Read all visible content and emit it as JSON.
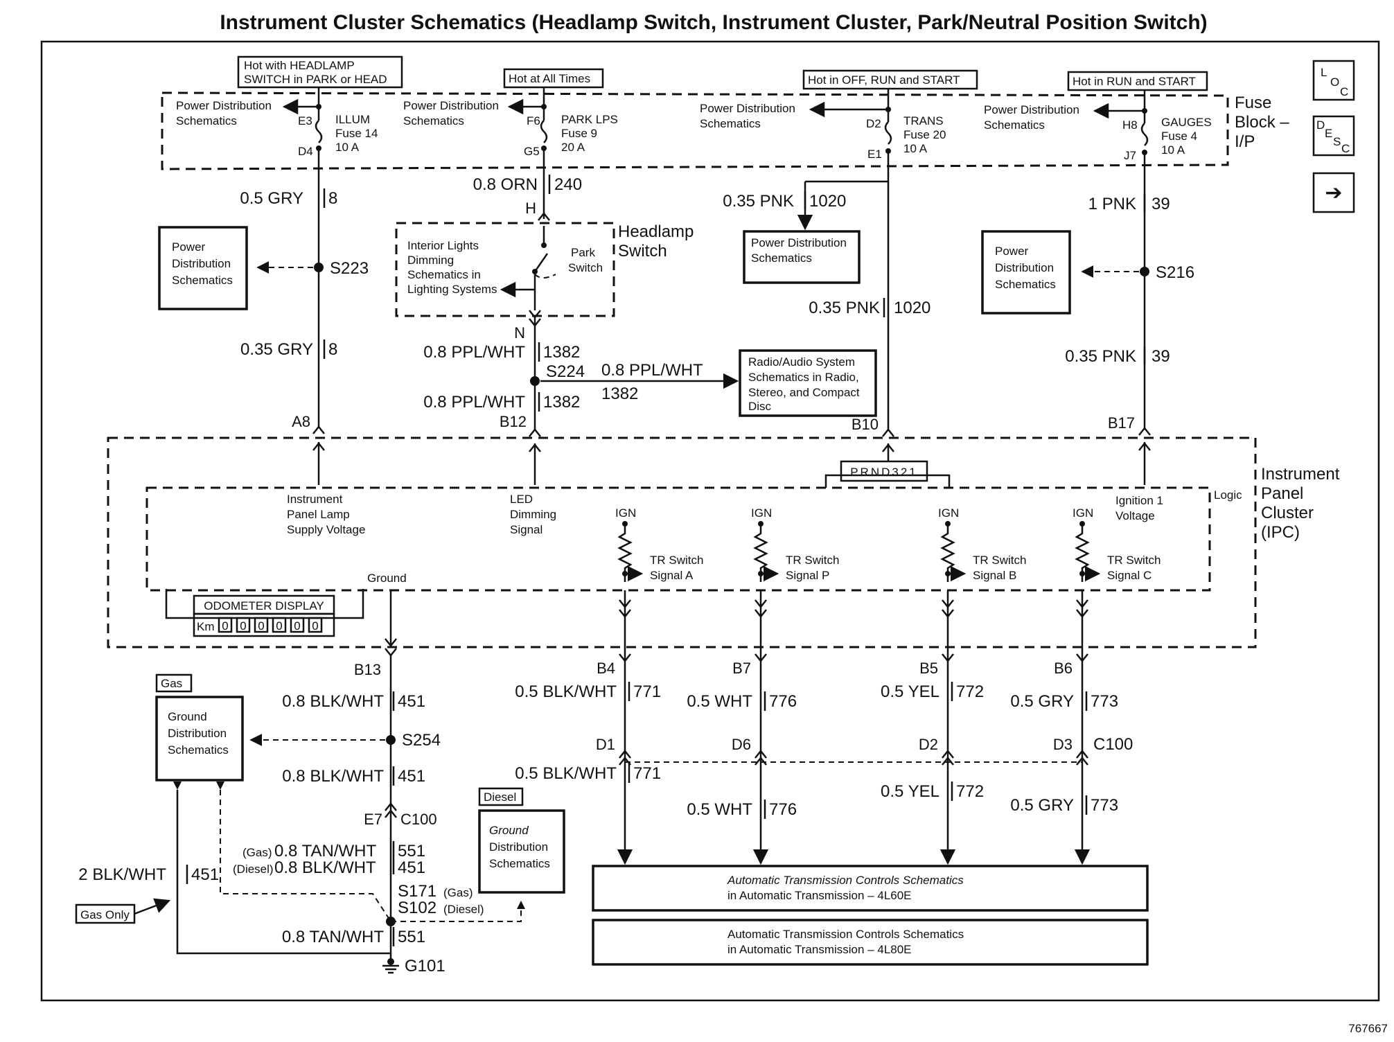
{
  "title": "Instrument Cluster Schematics (Headlamp Switch, Instrument Cluster, Park/Neutral Position Switch)",
  "figure_id": "767667",
  "nav": {
    "loc": [
      "L",
      "O",
      "C"
    ],
    "desc": [
      "D",
      "E",
      "S",
      "C"
    ],
    "next": "➔"
  },
  "hot_labels": [
    "Hot with HEADLAMP",
    "SWITCH in PARK or HEAD",
    "Hot at All Times",
    "Hot in OFF, RUN and START",
    "Hot in RUN and START"
  ],
  "fuse_block": {
    "label": [
      "Fuse",
      "Block –",
      "I/P"
    ],
    "pds": [
      "Power Distribution",
      "Schematics"
    ],
    "fuses": [
      {
        "name": "ILLUM",
        "fuse": "Fuse 14",
        "amps": "10 A",
        "in": "E3",
        "out": "D4"
      },
      {
        "name": "PARK LPS",
        "fuse": "Fuse 9",
        "amps": "20 A",
        "in": "F6",
        "out": "G5"
      },
      {
        "name": "TRANS",
        "fuse": "Fuse 20",
        "amps": "10 A",
        "in": "D2",
        "out": "E1"
      },
      {
        "name": "GAUGES",
        "fuse": "Fuse 4",
        "amps": "10 A",
        "in": "H8",
        "out": "J7"
      }
    ]
  },
  "wires": {
    "gry8a": [
      "0.5 GRY",
      "8"
    ],
    "gry8b": [
      "0.35 GRY",
      "8"
    ],
    "orn240": [
      "0.8 ORN",
      "240"
    ],
    "pnk1020a": [
      "0.35 PNK",
      "1020"
    ],
    "pnk1020b": [
      "0.35 PNK",
      "1020"
    ],
    "pnk39a": [
      "1 PNK",
      "39"
    ],
    "pnk39b": [
      "0.35 PNK",
      "39"
    ],
    "ppl1382a": [
      "0.8 PPL/WHT",
      "1382"
    ],
    "ppl1382b": [
      "0.8 PPL/WHT",
      "1382"
    ],
    "ppl1382c": [
      "0.8 PPL/WHT",
      "1382"
    ],
    "blk451a": [
      "0.8 BLK/WHT",
      "451"
    ],
    "blk451b": [
      "0.8 BLK/WHT",
      "451"
    ],
    "blk771a": [
      "0.5 BLK/WHT",
      "771"
    ],
    "blk771b": [
      "0.5 BLK/WHT",
      "771"
    ],
    "wht776a": [
      "0.5 WHT",
      "776"
    ],
    "wht776b": [
      "0.5 WHT",
      "776"
    ],
    "yel772a": [
      "0.5 YEL",
      "772"
    ],
    "yel772b": [
      "0.5 YEL",
      "772"
    ],
    "gry773a": [
      "0.5 GRY",
      "773"
    ],
    "gry773b": [
      "0.5 GRY",
      "773"
    ],
    "tan551gas": [
      "(Gas)",
      "0.8 TAN/WHT",
      "551"
    ],
    "blk451diesel": [
      "(Diesel)",
      "0.8 BLK/WHT",
      "451"
    ],
    "tan551": [
      "0.8 TAN/WHT",
      "551"
    ],
    "blk451gnd": [
      "2 BLK/WHT",
      "451"
    ]
  },
  "splices": {
    "s223": "S223",
    "s216": "S216",
    "s224": "S224",
    "s254": "S254",
    "s171": "S171",
    "s171_note": "(Gas)",
    "s102": "S102",
    "s102_note": "(Diesel)"
  },
  "pins": {
    "h": "H",
    "n": "N",
    "a8": "A8",
    "b12": "B12",
    "b10": "B10",
    "b17": "B17",
    "b13": "B13",
    "b4": "B4",
    "b7": "B7",
    "b5": "B5",
    "b6": "B6",
    "d1": "D1",
    "d6": "D6",
    "d2": "D2",
    "d3": "D3",
    "c100": "C100",
    "e7": "E7",
    "c100b": "C100",
    "g101": "G101"
  },
  "boxes": {
    "pds_left": [
      "Power",
      "Distribution",
      "Schematics"
    ],
    "pds_mid": [
      "Power Distribution",
      "Schematics"
    ],
    "pds_right": [
      "Power",
      "Distribution",
      "Schematics"
    ],
    "radio": [
      "Radio/Audio System",
      "Schematics in Radio,",
      "Stereo, and Compact",
      "Disc"
    ],
    "gas_tag": "Gas",
    "ground_gas": [
      "Ground",
      "Distribution",
      "Schematics"
    ],
    "diesel_tag": "Diesel",
    "ground_diesel": [
      "Ground",
      "Distribution",
      "Schematics"
    ],
    "gas_only": "Gas Only",
    "at1": [
      "Automatic Transmission Controls Schematics",
      "in Automatic Transmission – 4L60E"
    ],
    "at2": [
      "Automatic Transmission Controls Schematics",
      "in Automatic Transmission – 4L80E"
    ]
  },
  "headlamp": {
    "title": [
      "Headlamp",
      "Switch"
    ],
    "dimming": [
      "Interior Lights",
      "Dimming",
      "Schematics in",
      "Lighting Systems"
    ],
    "park": [
      "Park",
      "Switch"
    ]
  },
  "ipc": {
    "label": [
      "Instrument",
      "Panel",
      "Cluster",
      "(IPC)"
    ],
    "logic": "Logic",
    "prnd": "PRND321",
    "lamp": [
      "Instrument",
      "Panel Lamp",
      "Supply Voltage"
    ],
    "led": [
      "LED",
      "Dimming",
      "Signal"
    ],
    "ign_volt": [
      "Ignition 1",
      "Voltage"
    ],
    "ground": "Ground",
    "odometer": "ODOMETER DISPLAY",
    "km": "Km",
    "digits": [
      "0",
      "0",
      "0",
      "0",
      "0",
      "0"
    ],
    "ign": "IGN",
    "tr": [
      [
        "TR Switch",
        "Signal A"
      ],
      [
        "TR Switch",
        "Signal P"
      ],
      [
        "TR Switch",
        "Signal B"
      ],
      [
        "TR Switch",
        "Signal C"
      ]
    ]
  }
}
